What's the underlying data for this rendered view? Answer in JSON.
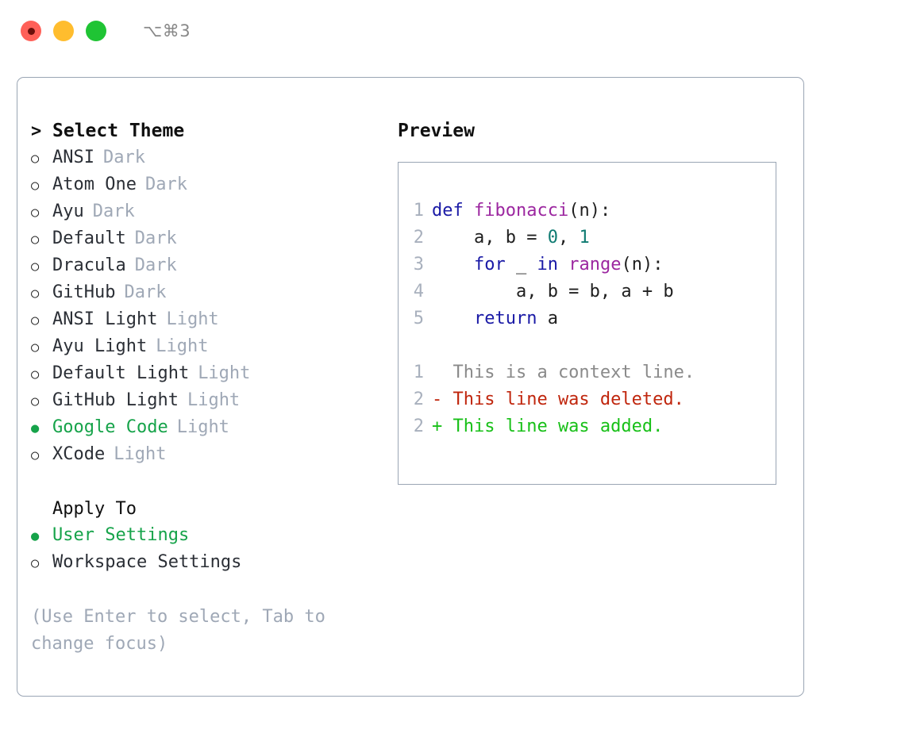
{
  "titlebar": {
    "shortcut": "⌥⌘3",
    "buttons": {
      "close": "close",
      "minimize": "minimize",
      "maximize": "maximize"
    }
  },
  "theme_list": {
    "heading": "Select Theme",
    "prompt_marker": ">",
    "marker_unselected": "○",
    "marker_selected": "●",
    "items": [
      {
        "name": "ANSI",
        "variant": "Dark",
        "selected": false
      },
      {
        "name": "Atom One",
        "variant": "Dark",
        "selected": false
      },
      {
        "name": "Ayu",
        "variant": "Dark",
        "selected": false
      },
      {
        "name": "Default",
        "variant": "Dark",
        "selected": false
      },
      {
        "name": "Dracula",
        "variant": "Dark",
        "selected": false
      },
      {
        "name": "GitHub",
        "variant": "Dark",
        "selected": false
      },
      {
        "name": "ANSI Light",
        "variant": "Light",
        "selected": false
      },
      {
        "name": "Ayu Light",
        "variant": "Light",
        "selected": false
      },
      {
        "name": "Default Light",
        "variant": "Light",
        "selected": false
      },
      {
        "name": "GitHub Light",
        "variant": "Light",
        "selected": false
      },
      {
        "name": "Google Code",
        "variant": "Light",
        "selected": true
      },
      {
        "name": "XCode",
        "variant": "Light",
        "selected": false
      }
    ]
  },
  "apply_to": {
    "heading": "Apply To",
    "options": [
      {
        "name": "User Settings",
        "selected": true
      },
      {
        "name": "Workspace Settings",
        "selected": false
      }
    ]
  },
  "hint": "(Use Enter to select, Tab to change focus)",
  "preview": {
    "title": "Preview",
    "code_lines": [
      {
        "num": "1",
        "tokens": [
          {
            "text": "def ",
            "type": "kw"
          },
          {
            "text": "fibonacci",
            "type": "fn"
          },
          {
            "text": "(n):",
            "type": "punc"
          }
        ]
      },
      {
        "num": "2",
        "tokens": [
          {
            "text": "    a, b = ",
            "type": "var"
          },
          {
            "text": "0",
            "type": "num"
          },
          {
            "text": ", ",
            "type": "punc"
          },
          {
            "text": "1",
            "type": "num"
          }
        ]
      },
      {
        "num": "3",
        "tokens": [
          {
            "text": "    ",
            "type": "var"
          },
          {
            "text": "for",
            "type": "kw"
          },
          {
            "text": " _ ",
            "type": "var"
          },
          {
            "text": "in",
            "type": "kw"
          },
          {
            "text": " ",
            "type": "var"
          },
          {
            "text": "range",
            "type": "fn"
          },
          {
            "text": "(n):",
            "type": "punc"
          }
        ]
      },
      {
        "num": "4",
        "tokens": [
          {
            "text": "        a, b = b, a + b",
            "type": "var"
          }
        ]
      },
      {
        "num": "5",
        "tokens": [
          {
            "text": "    ",
            "type": "var"
          },
          {
            "text": "return",
            "type": "kw"
          },
          {
            "text": " a",
            "type": "var"
          }
        ]
      }
    ],
    "diff_lines": [
      {
        "num": "1",
        "marker": " ",
        "text": "  This is a context line.",
        "type": "ctx"
      },
      {
        "num": "2",
        "marker": "-",
        "text": "- This line was deleted.",
        "type": "del"
      },
      {
        "num": "2",
        "marker": "+",
        "text": "+ This line was added.",
        "type": "add"
      }
    ]
  },
  "colors": {
    "panel_border": "#9aa5b4",
    "accent_green": "#16a34a",
    "muted": "#9fa8b6",
    "keyword": "#1a1aa6",
    "function": "#9c27a0",
    "number": "#0f7b72",
    "diff_delete": "#c0260d",
    "diff_add": "#18c018",
    "traffic_red": "#ff6058",
    "traffic_yellow": "#ffbd2e",
    "traffic_green": "#1fc434"
  }
}
